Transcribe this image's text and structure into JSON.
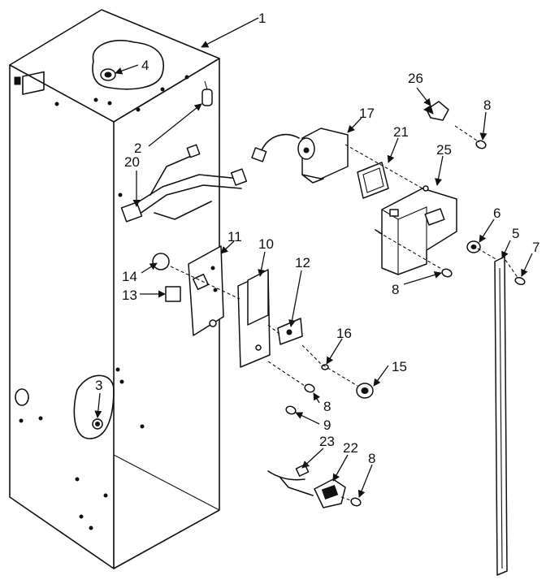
{
  "callouts": {
    "c1": "1",
    "c2": "2",
    "c3": "3",
    "c4": "4",
    "c5": "5",
    "c6": "6",
    "c7": "7",
    "c8a": "8",
    "c8b": "8",
    "c8c": "8",
    "c8d": "8",
    "c9": "9",
    "c10": "10",
    "c11": "11",
    "c12": "12",
    "c13": "13",
    "c14": "14",
    "c15": "15",
    "c16": "16",
    "c17": "17",
    "c20": "20",
    "c21": "21",
    "c22": "22",
    "c23": "23",
    "c25": "25",
    "c26": "26"
  }
}
